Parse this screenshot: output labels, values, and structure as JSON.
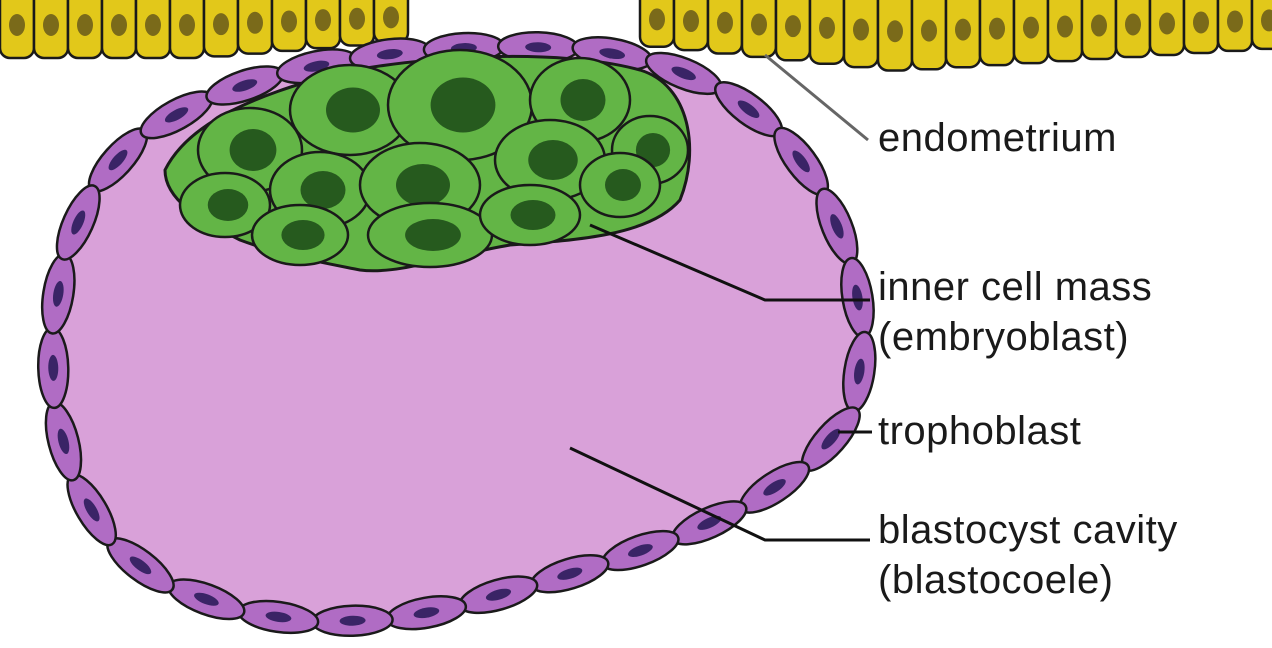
{
  "labels": {
    "endometrium": "endometrium",
    "inner_cell_mass": [
      "inner cell mass",
      "(embryoblast)"
    ],
    "trophoblast": "trophoblast",
    "blastocyst_cavity": [
      "blastocyst cavity",
      "(blastocoele)"
    ]
  },
  "colors": {
    "endometrium_fill": "#e2c81a",
    "endometrium_nucleus": "#7a6a1a",
    "trophoblast_fill": "#b06cc4",
    "trophoblast_nucleus": "#3a2466",
    "cavity_fill": "#d9a1d9",
    "icm_fill": "#63b546",
    "icm_nucleus": "#265a1e",
    "outline": "#1a1a1a",
    "leader_endometrium": "#666666",
    "leader": "#111111"
  }
}
